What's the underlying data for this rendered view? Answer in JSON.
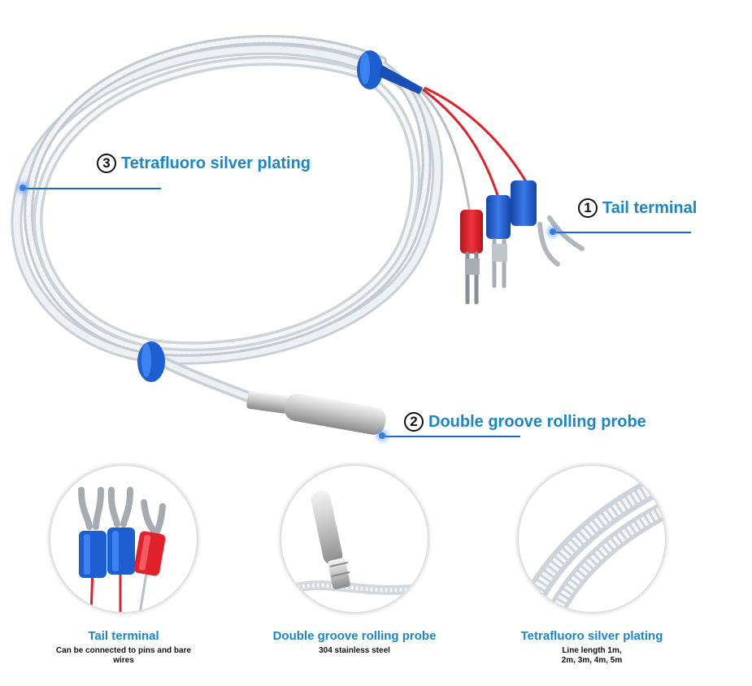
{
  "callouts": {
    "c1": {
      "number": "1",
      "label": "Tail terminal"
    },
    "c2": {
      "number": "2",
      "label": "Double groove rolling probe"
    },
    "c3": {
      "number": "3",
      "label": "Tetrafluoro silver plating"
    }
  },
  "details": [
    {
      "title": "Tail terminal",
      "subtitle": "Can be connected to pins and bare wires"
    },
    {
      "title": "Double groove rolling probe",
      "subtitle": "304 stainless steel"
    },
    {
      "title": "Tetrafluoro silver plating",
      "subtitle": "Line length 1m, 2m, 3m, 4m, 5m"
    }
  ],
  "colors": {
    "accent_text": "#1a86c9",
    "leader_line": "#1a66c9",
    "terminal_blue": "#1e5fd0",
    "terminal_red": "#e0202a",
    "cable_silver": "#d8dde2"
  }
}
